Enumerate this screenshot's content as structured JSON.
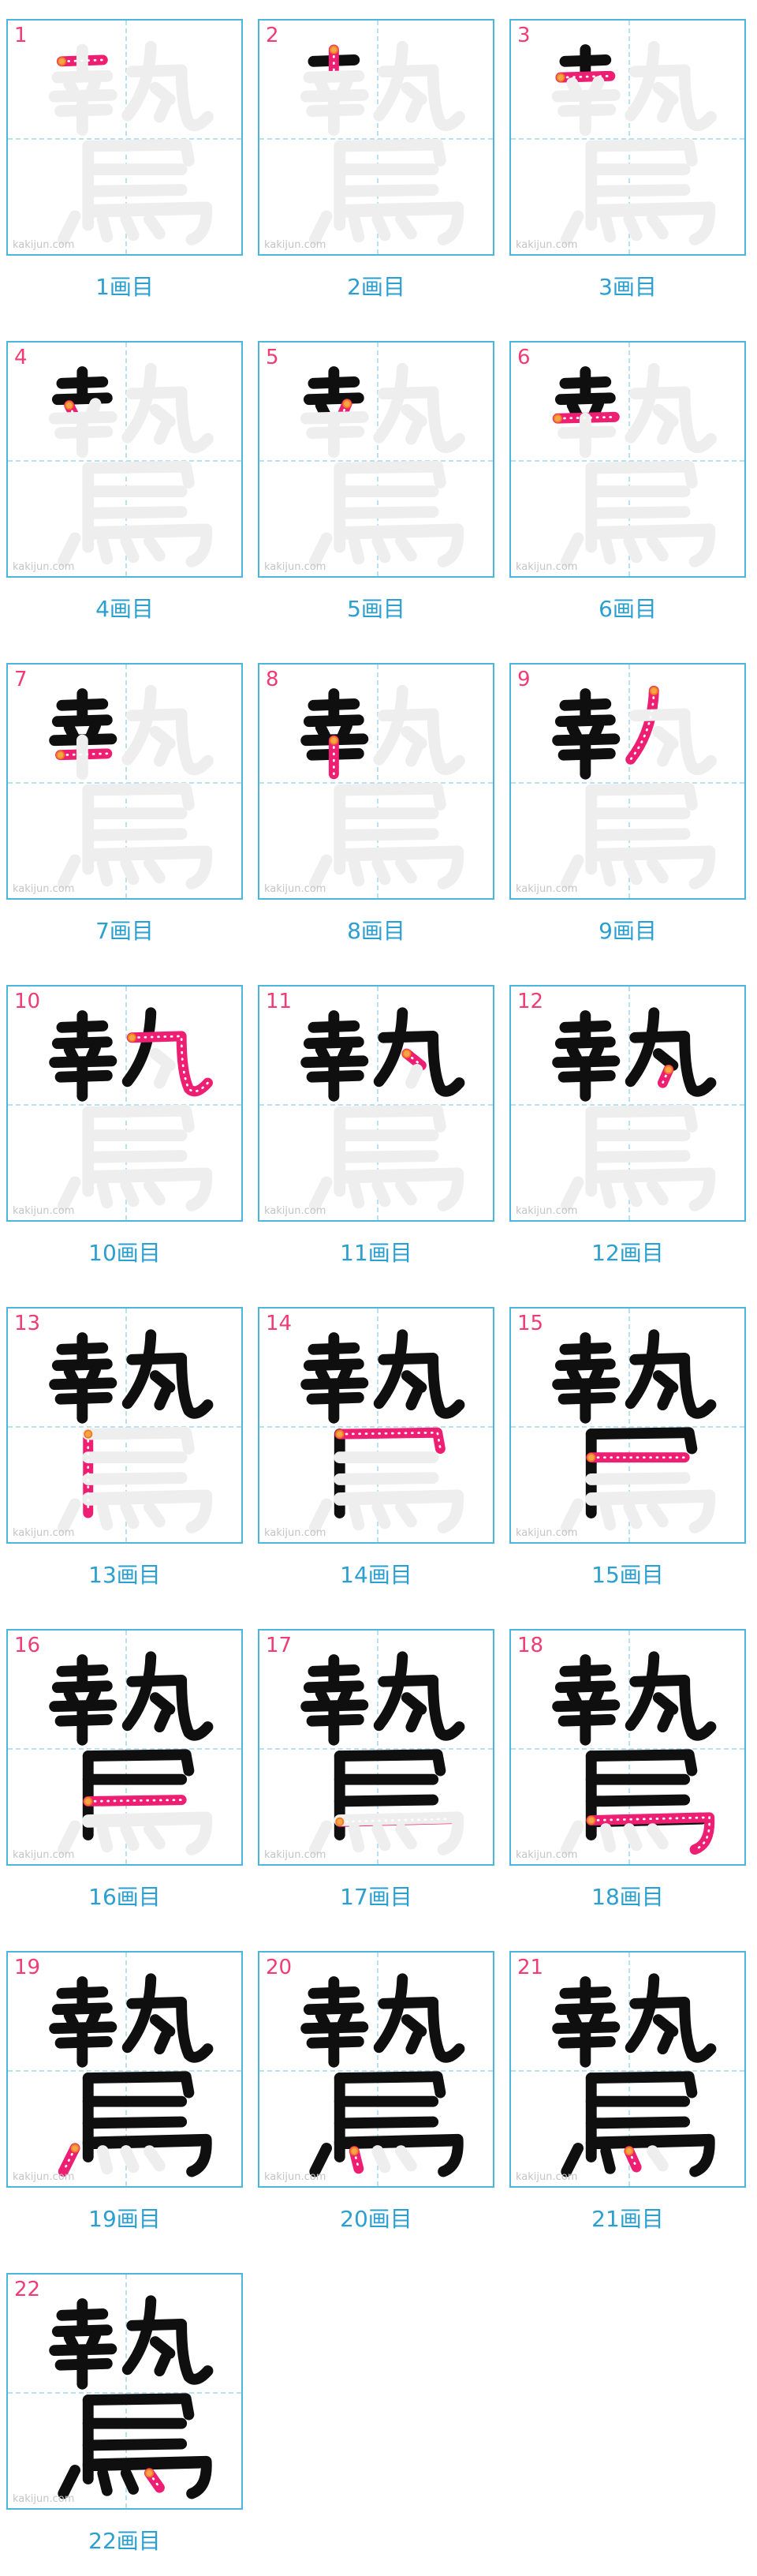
{
  "watermark": "kakijun.com",
  "label_suffix": "画目",
  "total_strokes": 22,
  "colors": {
    "frame": "#4cb7de",
    "guide": "#b9e1f0",
    "step_number": "#f03c74",
    "label": "#2a9fd0",
    "drawn_stroke": "#0f0f0f",
    "ghost_stroke": "#eeeeee",
    "current_stroke": "#ee1f73",
    "start_marker": "#f6a44c"
  },
  "steps": [
    {
      "n": "1",
      "label": "1画目"
    },
    {
      "n": "2",
      "label": "2画目"
    },
    {
      "n": "3",
      "label": "3画目"
    },
    {
      "n": "4",
      "label": "4画目"
    },
    {
      "n": "5",
      "label": "5画目"
    },
    {
      "n": "6",
      "label": "6画目"
    },
    {
      "n": "7",
      "label": "7画目"
    },
    {
      "n": "8",
      "label": "8画目"
    },
    {
      "n": "9",
      "label": "9画目"
    },
    {
      "n": "10",
      "label": "10画目"
    },
    {
      "n": "11",
      "label": "11画目"
    },
    {
      "n": "12",
      "label": "12画目"
    },
    {
      "n": "13",
      "label": "13画目"
    },
    {
      "n": "14",
      "label": "14画目"
    },
    {
      "n": "15",
      "label": "15画目"
    },
    {
      "n": "16",
      "label": "16画目"
    },
    {
      "n": "17",
      "label": "17画目"
    },
    {
      "n": "18",
      "label": "18画目"
    },
    {
      "n": "19",
      "label": "19画目"
    },
    {
      "n": "20",
      "label": "20画目"
    },
    {
      "n": "21",
      "label": "21画目"
    },
    {
      "n": "22",
      "label": "22画目"
    }
  ]
}
